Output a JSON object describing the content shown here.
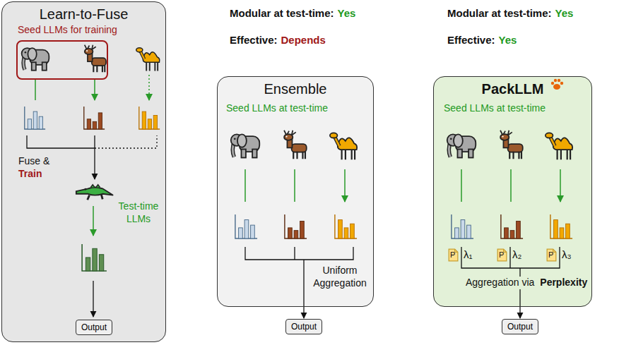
{
  "diagram": {
    "nodes": [
      {
        "text": [
          "Learn-to-Fuse"
        ]
      },
      {
        "text": [
          "Seed LLMs for training"
        ],
        "in": 0
      },
      {
        "text": [
          "Output"
        ],
        "in": 0
      },
      {
        "text": [
          "Ensemble"
        ]
      },
      {
        "text": [
          "Output"
        ]
      },
      {
        "text": [
          "PackLLM"
        ]
      },
      {
        "text": [
          "Output"
        ]
      }
    ],
    "edges": [
      {
        "from": 3,
        "to": 4,
        "arrow": "to"
      },
      {
        "from": 5,
        "to": 6,
        "arrow": "to"
      }
    ],
    "labels": [
      "Modular at test-time:",
      "Yes",
      "Effective:",
      "Depends",
      "Modular at test-time:",
      "Yes",
      "Effective:",
      "Yes",
      "Fuse &",
      "Train",
      "Test-time LLMs",
      "Seed LLMs at test-time",
      "Uniform Aggregation",
      "Seed LLMs at test-time",
      "P",
      "λ₁",
      "P",
      "λ₂",
      "P",
      "λ₃",
      "Aggregation via",
      "Perplexity"
    ]
  }
}
